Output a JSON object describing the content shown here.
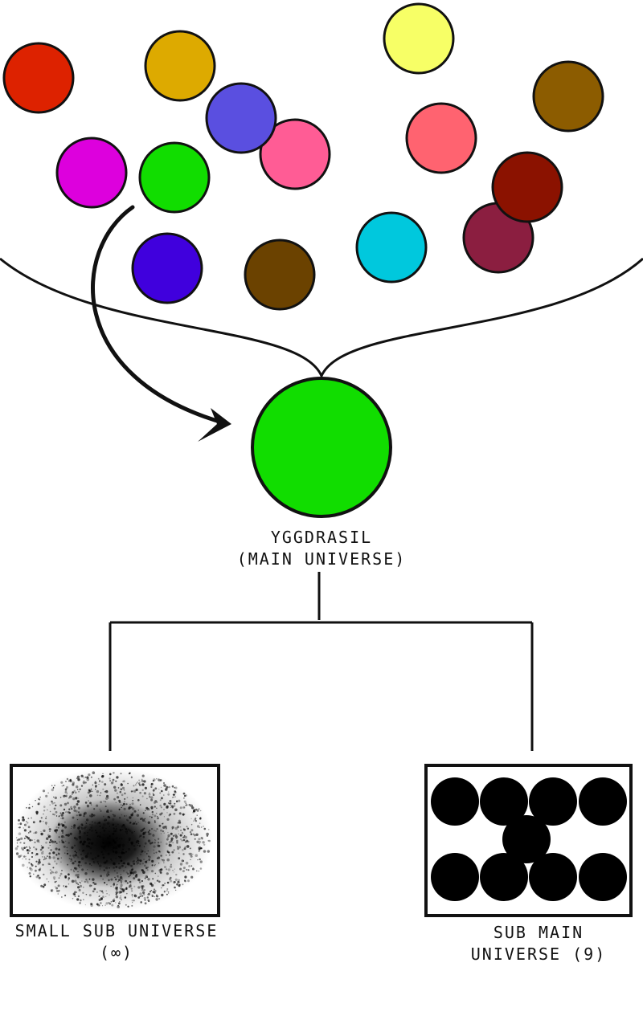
{
  "main": {
    "title": "YGGDRASIL",
    "subtitle": "(MAIN UNIVERSE)",
    "color": "#11dd00"
  },
  "left_branch": {
    "line1": "SMALL SUB UNIVERSE",
    "line2": "(∞)"
  },
  "right_branch": {
    "line1": "SUB MAIN",
    "line2": "UNIVERSE (9)",
    "count": 9
  },
  "universe_colors": [
    "#dd2200",
    "#ddaa00",
    "#5a4fe0",
    "#ff5c95",
    "#dd00dd",
    "#11dd00",
    "#f7ff66",
    "#ff6370",
    "#8c5c00",
    "#8b1200",
    "#8b1e40",
    "#00c8dd",
    "#4000dd",
    "#6b4200"
  ]
}
